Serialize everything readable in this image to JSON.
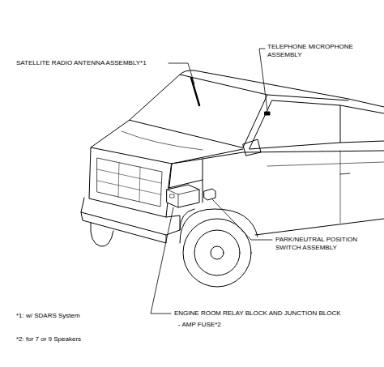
{
  "diagram": {
    "labels": [
      "SATELLITE RADIO ANTENNA ASSEMBLY*1",
      "TELEPHONE MICROPHONE ASSEMBLY",
      "PARK/NEUTRAL POSITION SWITCH ASSEMBLY",
      "*1: w/ SDARS System",
      "ENGINE ROOM RELAY BLOCK AND JUNCTION BLOCK",
      "- AMP FUSE*2",
      "*2: for 7 or 9 Speakers"
    ]
  }
}
